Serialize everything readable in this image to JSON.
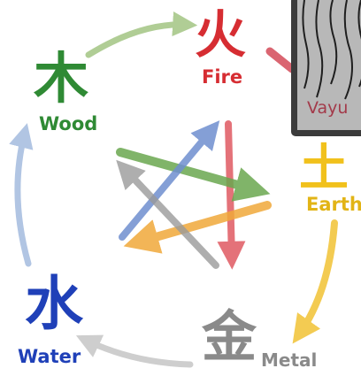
{
  "elements": {
    "fire": {
      "glyph": "火",
      "label": "Fire",
      "color": "#d62d32"
    },
    "earth": {
      "glyph": "土",
      "label": "Earth",
      "color": "#f1c11c"
    },
    "metal": {
      "glyph": "金",
      "label": "Metal",
      "color": "#8a8a8a"
    },
    "water": {
      "glyph": "水",
      "label": "Water",
      "color": "#1f40b8"
    },
    "wood": {
      "glyph": "木",
      "label": "Wood",
      "color": "#2f8a34"
    }
  },
  "inset": {
    "label": "Vayu"
  },
  "arrow_colors": {
    "generating_wood_fire": "#a8c88a",
    "generating_water_wood": "#a9bfe0",
    "generating_metal_water": "#c9c9c9",
    "generating_earth_metal": "#f2c640",
    "generating_fire_earth": "#d44a58",
    "controlling_fire_metal": "#e05a62",
    "controlling_wood_earth": "#6aa84f",
    "controlling_earth_water": "#f0a93a",
    "controlling_water_fire": "#6f8fd0",
    "controlling_metal_wood": "#9a9a9a"
  }
}
